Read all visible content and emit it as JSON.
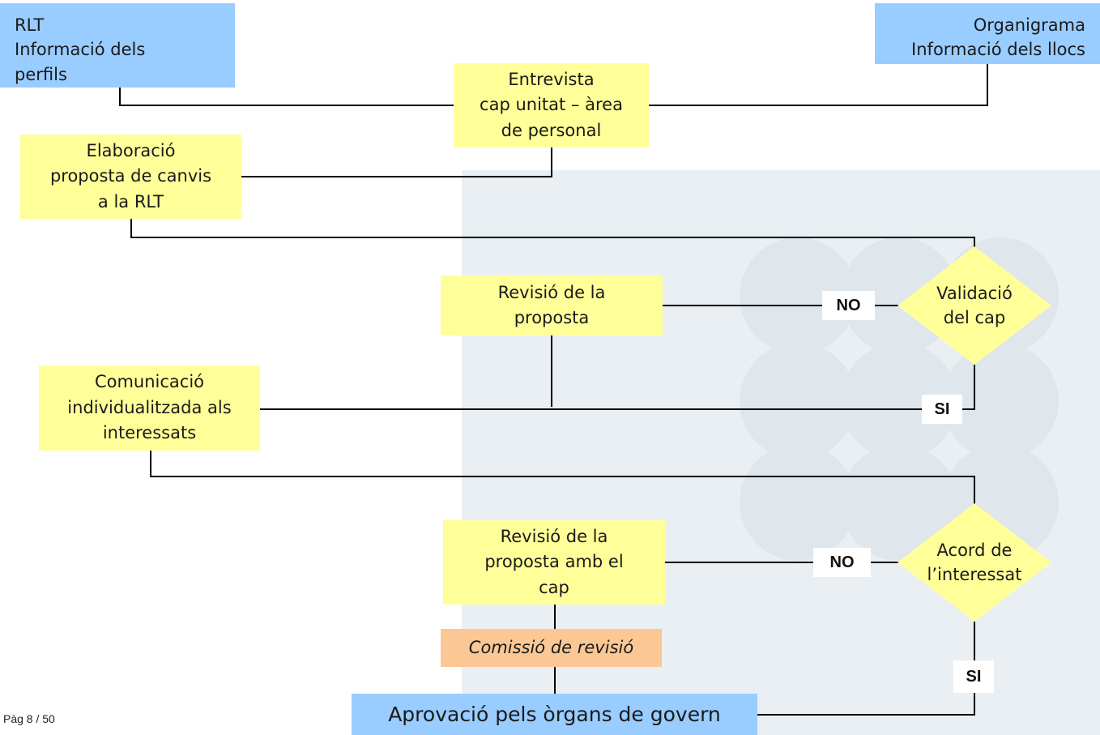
{
  "nodes": {
    "rlt_info": "RLT\nInformació dels\nperfils",
    "organigrama_info": "Organigrama\nInformació dels llocs",
    "entrevista": "Entrevista\ncap unitat – àrea\nde personal",
    "elaboracio": "Elaboració\nproposta de canvis\na la RLT",
    "revisio_proposta": "Revisió de la\nproposta",
    "validacio_cap": "Validació\ndel cap",
    "comunicacio": "Comunicació\nindividualitzada als\ninteressats",
    "revisio_amb_cap": "Revisió de la\nproposta amb el\ncap",
    "acord_interessat": "Acord de\nl’interessat",
    "comissio": "Comissió de revisió",
    "aprovacio": "Aprovació pels òrgans de govern"
  },
  "labels": {
    "no": "NO",
    "si": "SI"
  },
  "footer": {
    "page": "Pàg 8 / 50"
  },
  "colors": {
    "yellow": "#ffff99",
    "blue": "#99ccff",
    "orange": "#fbc895",
    "watermark": "#eaeff3"
  }
}
